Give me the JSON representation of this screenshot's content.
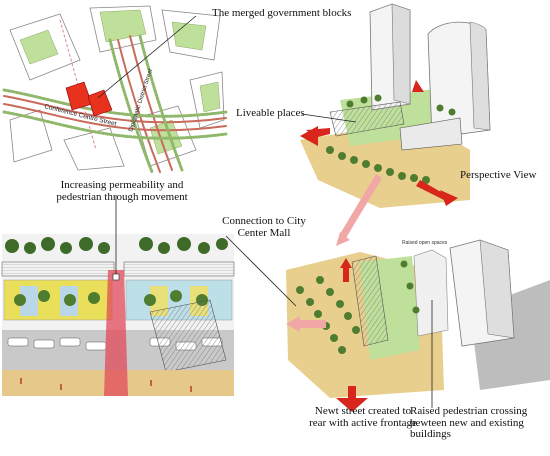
{
  "labels": {
    "merged_blocks": "The merged government blocks",
    "liveable_places": "Liveable places",
    "perspective_view": "Perspective View",
    "permeability_line1": "Increasing permeability and",
    "permeability_line2": "pedestrian through movement",
    "connection_line1": "Connection to City",
    "connection_line2": "Center Mall",
    "raised_open_spaces": "Raised open spaces",
    "newt_street_line1": "Newt street created to",
    "newt_street_line2": "rear with active frontage",
    "raised_crossing_line1": "Raised pedestrian crossing",
    "raised_crossing_line2": "bewteen new and existing",
    "raised_crossing_line3": "buildings"
  },
  "map": {
    "street_conference": "Conference Centre Street",
    "street_diplomatic": "Diplomatic District Street"
  },
  "colors": {
    "highlight_block": "#e8321e",
    "arrow_red": "#d9261c",
    "arrow_pink": "#f2a7a7",
    "tower": "#f4f4f4",
    "ground": "#e8cf8e",
    "greenery": "#bfe09a",
    "palm": "#4f7d2f"
  }
}
